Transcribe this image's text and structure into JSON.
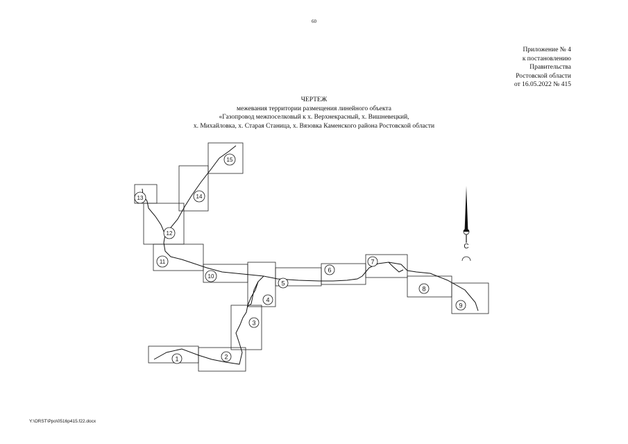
{
  "page_number": "60",
  "appendix": {
    "lines": [
      "Приложение № 4",
      "к постановлению",
      "Правительства",
      "Ростовской области",
      "от 16.05.2022 № 415"
    ]
  },
  "title": {
    "heading": "ЧЕРТЕЖ",
    "lines": [
      "межевания территории размещения линейного объекта",
      "«Газопровод межпоселковый к х. Верхнекрасный, х. Вишневецкий,",
      "х. Михайловка, х. Старая Станица, х. Вязовка Каменского района Ростовской области"
    ]
  },
  "drawing": {
    "sheets": [
      "1",
      "2",
      "3",
      "4",
      "5",
      "6",
      "7",
      "8",
      "9",
      "10",
      "11",
      "12",
      "13",
      "14",
      "15"
    ],
    "north_arrow": {
      "icon": "north-arrow-icon",
      "label": "С"
    }
  },
  "footer": {
    "file_path": "Y:\\ORST\\Ppo\\0516p415.f22.docx"
  }
}
